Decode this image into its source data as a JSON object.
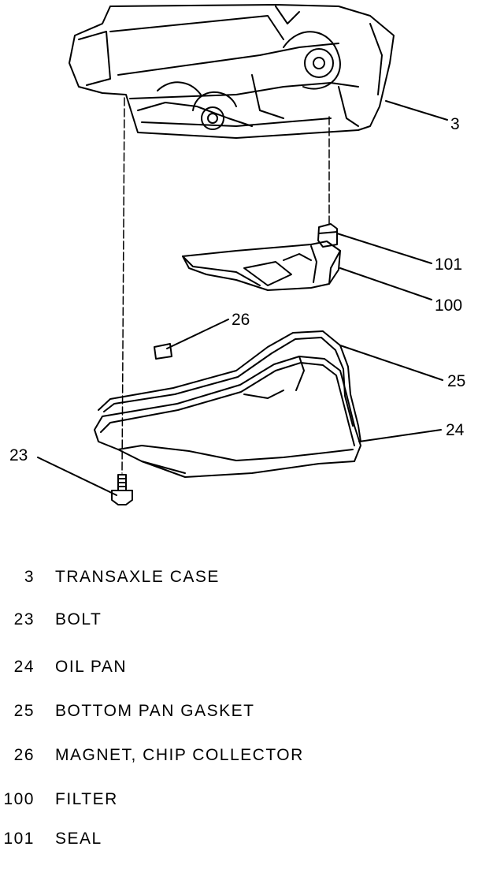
{
  "callouts": {
    "c3": "3",
    "c101": "101",
    "c100": "100",
    "c26": "26",
    "c25": "25",
    "c24": "24",
    "c23": "23"
  },
  "legend": [
    {
      "num": "3",
      "desc": "TRANSAXLE CASE"
    },
    {
      "num": "23",
      "desc": "BOLT"
    },
    {
      "num": "24",
      "desc": "OIL PAN"
    },
    {
      "num": "25",
      "desc": "BOTTOM PAN GASKET"
    },
    {
      "num": "26",
      "desc": "MAGNET, CHIP COLLECTOR"
    },
    {
      "num": "100",
      "desc": "FILTER"
    },
    {
      "num": "101",
      "desc": "SEAL"
    }
  ]
}
